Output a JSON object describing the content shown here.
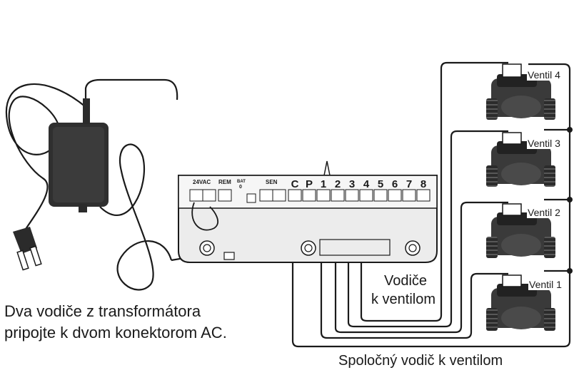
{
  "labels": {
    "transformer_line1": "Dva vodiče z transformátora",
    "transformer_line2": "pripojte k dvom konektorom AC.",
    "valve_wires_line1": "Vodiče",
    "valve_wires_line2": "k ventilom",
    "common_wire": "Spoločný vodič k ventilom"
  },
  "valves": [
    {
      "label": "Ventil 4"
    },
    {
      "label": "Ventil 3"
    },
    {
      "label": "Ventil 2"
    },
    {
      "label": "Ventil 1"
    }
  ],
  "controller": {
    "group_24vac": "24VAC",
    "group_rem": "REM",
    "group_bat": "BAT",
    "bat_value": "0",
    "group_sen": "SEN",
    "terminals": [
      "C",
      "P",
      "1",
      "2",
      "3",
      "4",
      "5",
      "6",
      "7",
      "8"
    ]
  },
  "colors": {
    "line": "#1a1a1a",
    "controller_fill": "#ececec",
    "transformer": "#333333",
    "valve_body": "#3a3a3a"
  }
}
